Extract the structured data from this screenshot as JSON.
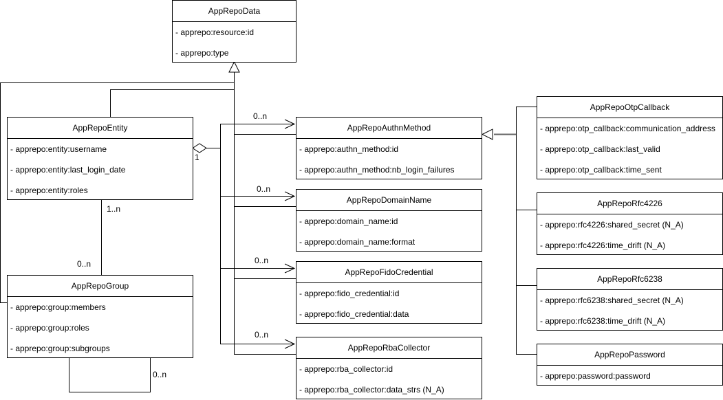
{
  "classes": {
    "data": {
      "name": "AppRepoData",
      "attrs": [
        "- apprepo:resource:id",
        "- apprepo:type"
      ]
    },
    "entity": {
      "name": "AppRepoEntity",
      "attrs": [
        "- apprepo:entity:username",
        "- apprepo:entity:last_login_date",
        "- apprepo:entity:roles"
      ]
    },
    "group": {
      "name": "AppRepoGroup",
      "attrs": [
        "- apprepo:group:members",
        "- apprepo:group:roles",
        "- apprepo:group:subgroups"
      ]
    },
    "authn": {
      "name": "AppRepoAuthnMethod",
      "attrs": [
        "- apprepo:authn_method:id",
        "- apprepo:authn_method:nb_login_failures"
      ]
    },
    "domain": {
      "name": "AppRepoDomainName",
      "attrs": [
        "- apprepo:domain_name:id",
        "- apprepo:domain_name:format"
      ]
    },
    "fido": {
      "name": "AppRepoFidoCredential",
      "attrs": [
        "- apprepo:fido_credential:id",
        "- apprepo:fido_credential:data"
      ]
    },
    "rba": {
      "name": "AppRepoRbaCollector",
      "attrs": [
        "- apprepo:rba_collector:id",
        "- apprepo:rba_collector:data_strs (N_A)"
      ]
    },
    "otp": {
      "name": "AppRepoOtpCallback",
      "attrs": [
        "- apprepo:otp_callback:communication_address",
        "- apprepo:otp_callback:last_valid",
        "- apprepo:otp_callback:time_sent"
      ]
    },
    "rfc4226": {
      "name": "AppRepoRfc4226",
      "attrs": [
        "- apprepo:rfc4226:shared_secret (N_A)",
        "- apprepo:rfc4226:time_drift (N_A)"
      ]
    },
    "rfc6238": {
      "name": "AppRepoRfc6238",
      "attrs": [
        "- apprepo:rfc6238:shared_secret (N_A)",
        "- apprepo:rfc6238:time_drift (N_A)"
      ]
    },
    "password": {
      "name": "AppRepoPassword",
      "attrs": [
        "- apprepo:password:password"
      ]
    }
  },
  "labels": {
    "authn_mult": "0..n",
    "domain_mult": "0..n",
    "fido_mult": "0..n",
    "rba_mult": "0..n",
    "agg_one": "1",
    "entity_group": "1..n",
    "group_entity": "0..n",
    "group_self": "0..n"
  }
}
